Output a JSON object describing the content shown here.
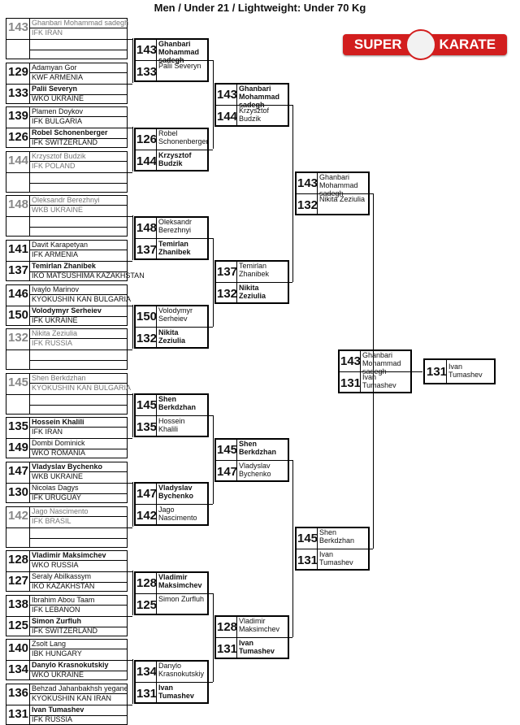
{
  "title": "Men / Under 21 / Lightweight: Under 70 Kg",
  "logo": {
    "left": "SUPER",
    "right": "KARATE"
  },
  "round1": [
    {
      "num": "143",
      "name": "Ghanbari Mohammad sadegh",
      "club": "IFK IRAN",
      "lost": true,
      "bold": false
    },
    {
      "num": "",
      "name": "",
      "club": "",
      "lost": false,
      "bold": false
    },
    {
      "num": "129",
      "name": "Adamyan Gor",
      "club": "KWF ARMENIA",
      "lost": false,
      "bold": false
    },
    {
      "num": "133",
      "name": "Palii Severyn",
      "club": "WKO UKRAINE",
      "lost": false,
      "bold": true
    },
    {
      "num": "139",
      "name": "Plamen Doykov",
      "club": "IFK BULGARIA",
      "lost": false,
      "bold": false
    },
    {
      "num": "126",
      "name": "Robel Schonenberger",
      "club": "IFK SWITZERLAND",
      "lost": false,
      "bold": true
    },
    {
      "num": "144",
      "name": "Krzysztof Budzik",
      "club": "IFK POLAND",
      "lost": true,
      "bold": false
    },
    {
      "num": "",
      "name": "",
      "club": "",
      "lost": false,
      "bold": false
    },
    {
      "num": "148",
      "name": "Oleksandr Berezhnyi",
      "club": "WKB UKRAINE",
      "lost": true,
      "bold": false
    },
    {
      "num": "",
      "name": "",
      "club": "",
      "lost": false,
      "bold": false
    },
    {
      "num": "141",
      "name": "Davit Karapetyan",
      "club": "IFK ARMENIA",
      "lost": false,
      "bold": false
    },
    {
      "num": "137",
      "name": "Temirlan Zhanibek",
      "club": "IKO MATSUSHIMA KAZAKHSTAN",
      "lost": false,
      "bold": true
    },
    {
      "num": "146",
      "name": "Ivaylo Marinov",
      "club": "KYOKUSHIN KAN BULGARIA",
      "lost": false,
      "bold": false
    },
    {
      "num": "150",
      "name": "Volodymyr Serheiev",
      "club": "IFK UKRAINE",
      "lost": false,
      "bold": true
    },
    {
      "num": "132",
      "name": "Nikita Zeziulia",
      "club": "IFK RUSSIA",
      "lost": true,
      "bold": false
    },
    {
      "num": "",
      "name": "",
      "club": "",
      "lost": false,
      "bold": false
    },
    {
      "num": "145",
      "name": "Shen Berkdzhan",
      "club": "KYOKUSHIN KAN BULGARIA",
      "lost": true,
      "bold": false
    },
    {
      "num": "",
      "name": "",
      "club": "",
      "lost": false,
      "bold": false
    },
    {
      "num": "135",
      "name": "Hossein Khalili",
      "club": "IFK IRAN",
      "lost": false,
      "bold": true
    },
    {
      "num": "149",
      "name": "Dombi Dominick",
      "club": "WKO ROMANIA",
      "lost": false,
      "bold": false
    },
    {
      "num": "147",
      "name": "Vladyslav Bychenko",
      "club": "WKB UKRAINE",
      "lost": false,
      "bold": true
    },
    {
      "num": "130",
      "name": "Nicolas Dagys",
      "club": "IFK URUGUAY",
      "lost": false,
      "bold": false
    },
    {
      "num": "142",
      "name": "Jago Nascimento",
      "club": "IFK BRASIL",
      "lost": true,
      "bold": false
    },
    {
      "num": "",
      "name": "",
      "club": "",
      "lost": false,
      "bold": false
    },
    {
      "num": "128",
      "name": "Vladimir Maksimchev",
      "club": "WKO RUSSIA",
      "lost": false,
      "bold": true
    },
    {
      "num": "127",
      "name": "Seraly Abilkassym",
      "club": "IKO KAZAKHSTAN",
      "lost": false,
      "bold": false
    },
    {
      "num": "138",
      "name": "Ibrahim Abou Taam",
      "club": "IFK LEBANON",
      "lost": false,
      "bold": false
    },
    {
      "num": "125",
      "name": "Simon Zurfluh",
      "club": "IFK SWITZERLAND",
      "lost": false,
      "bold": true
    },
    {
      "num": "140",
      "name": "Zsolt Lang",
      "club": "IBK HUNGARY",
      "lost": false,
      "bold": false
    },
    {
      "num": "134",
      "name": "Danylo Krasnokutskiy",
      "club": "WKO UKRAINE",
      "lost": false,
      "bold": true
    },
    {
      "num": "136",
      "name": "Behzad Jahanbakhsh yegane",
      "club": "KYOKUSHIN KAN IRAN",
      "lost": false,
      "bold": false
    },
    {
      "num": "131",
      "name": "Ivan Tumashev",
      "club": "IFK RUSSIA",
      "lost": false,
      "bold": true
    }
  ],
  "round2": [
    {
      "num": "143",
      "name": "Ghanbari Mohammad sadegh",
      "bold": true
    },
    {
      "num": "133",
      "name": "Palii Severyn",
      "bold": false
    },
    {
      "num": "126",
      "name": "Robel Schonenberger",
      "bold": false
    },
    {
      "num": "144",
      "name": "Krzysztof Budzik",
      "bold": true
    },
    {
      "num": "148",
      "name": "Oleksandr Berezhnyi",
      "bold": false
    },
    {
      "num": "137",
      "name": "Temirlan Zhanibek",
      "bold": true
    },
    {
      "num": "150",
      "name": "Volodymyr Serheiev",
      "bold": false
    },
    {
      "num": "132",
      "name": "Nikita Zeziulia",
      "bold": true
    },
    {
      "num": "145",
      "name": "Shen Berkdzhan",
      "bold": true
    },
    {
      "num": "135",
      "name": "Hossein Khalili",
      "bold": false
    },
    {
      "num": "147",
      "name": "Vladyslav Bychenko",
      "bold": true
    },
    {
      "num": "142",
      "name": "Jago Nascimento",
      "bold": false
    },
    {
      "num": "128",
      "name": "Vladimir Maksimchev",
      "bold": true
    },
    {
      "num": "125",
      "name": "Simon Zurfluh",
      "bold": false
    },
    {
      "num": "134",
      "name": "Danylo Krasnokutskiy",
      "bold": false
    },
    {
      "num": "131",
      "name": "Ivan Tumashev",
      "bold": true
    }
  ],
  "round3": [
    {
      "num": "143",
      "name": "Ghanbari Mohammad sadegh",
      "bold": true
    },
    {
      "num": "144",
      "name": "Krzysztof Budzik",
      "bold": false
    },
    {
      "num": "137",
      "name": "Temirlan Zhanibek",
      "bold": false
    },
    {
      "num": "132",
      "name": "Nikita Zeziulia",
      "bold": true
    },
    {
      "num": "145",
      "name": "Shen Berkdzhan",
      "bold": true
    },
    {
      "num": "147",
      "name": "Vladyslav Bychenko",
      "bold": false
    },
    {
      "num": "128",
      "name": "Vladimir Maksimchev",
      "bold": false
    },
    {
      "num": "131",
      "name": "Ivan Tumashev",
      "bold": true
    }
  ],
  "round4": [
    {
      "num": "143",
      "name": "Ghanbari Mohammad sadegh",
      "bold": false
    },
    {
      "num": "132",
      "name": "Nikita Zeziulia",
      "bold": false
    },
    {
      "num": "145",
      "name": "Shen Berkdzhan",
      "bold": false
    },
    {
      "num": "131",
      "name": "Ivan Tumashev",
      "bold": false
    }
  ],
  "round5": [
    {
      "num": "143",
      "name": "Ghanbari Mohammad sadegh",
      "bold": false
    },
    {
      "num": "131",
      "name": "Ivan Tumashev",
      "bold": false
    }
  ],
  "winner": {
    "num": "131",
    "name": "Ivan Tumashev"
  }
}
